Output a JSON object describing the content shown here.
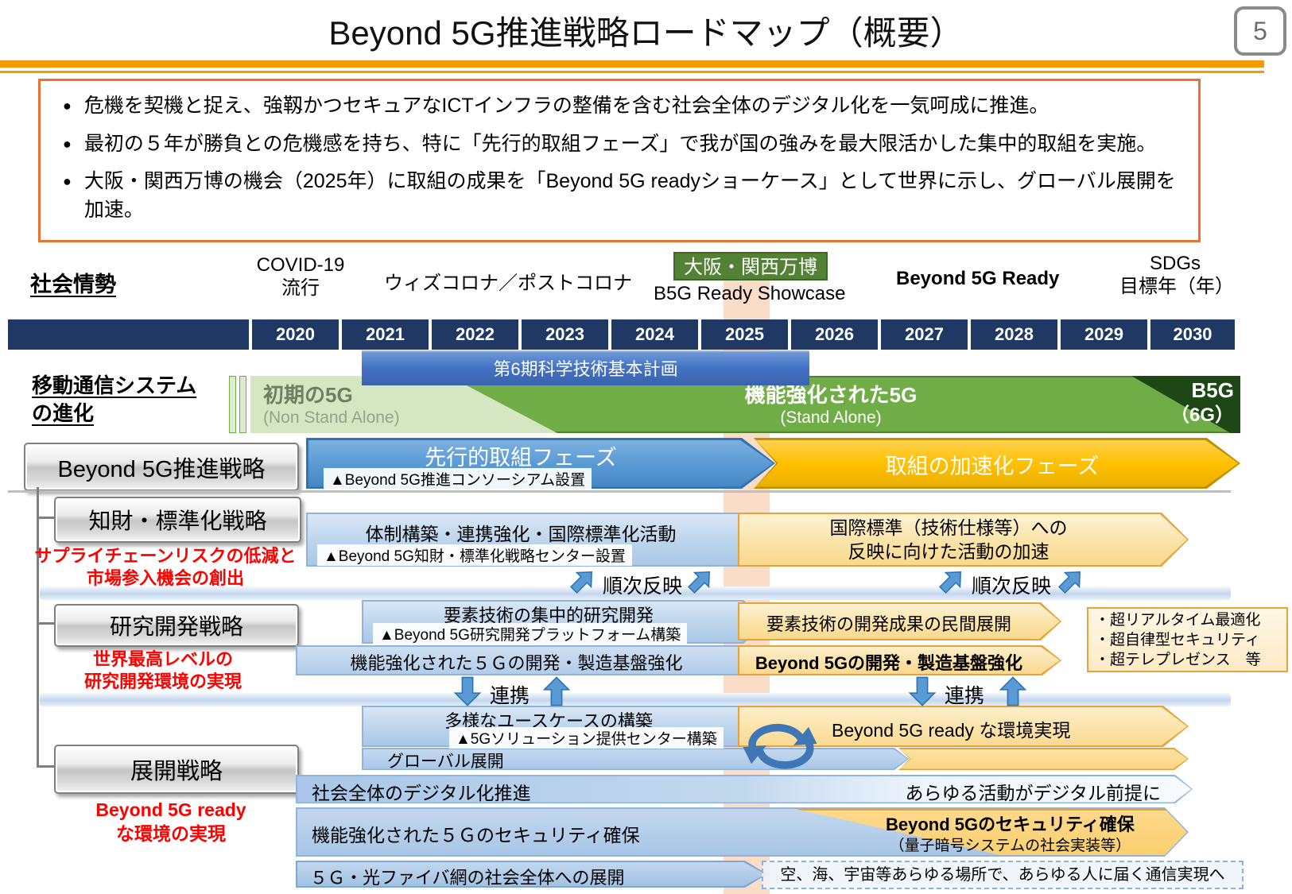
{
  "page": {
    "title": "Beyond 5G推進戦略ロードマップ（概要）",
    "page_number": "5"
  },
  "colors": {
    "accent_orange": "#E97132",
    "rule_orange": "#F59B00",
    "timeline_navy": "#1F3864",
    "phase_blue": "#5B9BD5",
    "phase_orange": "#FFC000",
    "band_green": "#70AD47",
    "band_green_dark": "#1D4715",
    "expo_green": "#538135",
    "highlight_red": "#FF0000"
  },
  "summary_box": {
    "bullets": [
      "危機を契機と捉え、強靱かつセキュアなICTインフラの整備を含む社会全体のデジタル化を一気呵成に推進。",
      "最初の５年が勝負との危機感を持ち、特に「先行的取組フェーズ」で我が国の強みを最大限活かした集中的取組を実施。",
      "大阪・関西万博の機会（2025年）に取組の成果を「Beyond 5G readyショーケース」として世界に示し、グローバル展開を加速。"
    ]
  },
  "social": {
    "label": "社会情勢",
    "covid_line1": "COVID-19",
    "covid_line2": "流行",
    "with_corona": "ウィズコロナ／ポストコロナ",
    "expo": "大阪・関西万博",
    "showcase": "B5G Ready Showcase",
    "b5g_ready": "Beyond 5G Ready",
    "sdgs_line1": "SDGs",
    "sdgs_line2": "目標年（年）"
  },
  "timeline": {
    "years": [
      "2020",
      "2021",
      "2022",
      "2023",
      "2024",
      "2025",
      "2026",
      "2027",
      "2028",
      "2029",
      "2030"
    ]
  },
  "basic_plan": {
    "label": "第6期科学技術基本計画"
  },
  "mobile_evolution": {
    "label_line1": "移動通信システム",
    "label_line2": "の進化",
    "early_5g": "初期の5G",
    "early_5g_sub": "(Non Stand Alone)",
    "enhanced_5g": "機能強化された5G",
    "enhanced_5g_sub": "(Stand Alone)",
    "b5g": "B5G",
    "b5g_sub": "（6G）"
  },
  "promotion": {
    "button": "Beyond 5G推進戦略",
    "phase1": "先行的取組フェーズ",
    "phase1_milestone": "▲Beyond 5G推進コンソーシアム設置",
    "phase2": "取組の加速化フェーズ"
  },
  "ip_standard": {
    "button": "知財・標準化戦略",
    "goal_line1": "サプライチェーンリスクの低減と",
    "goal_line2": "市場参入機会の創出",
    "left_arrow": "体制構築・連携強化・国際標準化活動",
    "left_milestone": "▲Beyond 5G知財・標準化戦略センター設置",
    "right_line1": "国際標準（技術仕様等）への",
    "right_line2": "反映に向けた活動の加速",
    "reflect1": "順次反映",
    "reflect2": "順次反映"
  },
  "rnd": {
    "button": "研究開発戦略",
    "goal_line1": "世界最高レベルの",
    "goal_line2": "研究開発環境の実現",
    "row1_left": "要素技術の集中的研究開発",
    "row1_milestone": "▲Beyond 5G研究開発プラットフォーム構築",
    "row1_right": "要素技術の開発成果の民間展開",
    "row2_left": "機能強化された５Ｇの開発・製造基盤強化",
    "row2_right": "Beyond 5Gの開発・製造基盤強化",
    "tech_box": [
      "・超リアルタイム最適化",
      "・超自律型セキュリティ",
      "・超テレプレゼンス　等"
    ],
    "collab1": "連携",
    "collab2": "連携"
  },
  "deployment": {
    "button": "展開戦略",
    "goal_line1": "Beyond 5G ready",
    "goal_line2": "な環境の実現",
    "usecase_left": "多様なユースケースの構築",
    "usecase_milestone": "▲5Gソリューション提供センター構築",
    "usecase_right": "Beyond 5G ready な環境実現",
    "global": "グローバル展開",
    "digital_left": "社会全体のデジタル化推進",
    "digital_right": "あらゆる活動がデジタル前提に",
    "security_left": "機能強化された５Ｇのセキュリティ確保",
    "security_right_line1": "Beyond 5Gのセキュリティ確保",
    "security_right_line2": "（量子暗号システムの社会実装等）",
    "fiber_left": "５Ｇ・光ファイバ網の社会全体への展開",
    "fiber_right": "空、海、宇宙等あらゆる場所で、あらゆる人に届く通信実現へ"
  }
}
